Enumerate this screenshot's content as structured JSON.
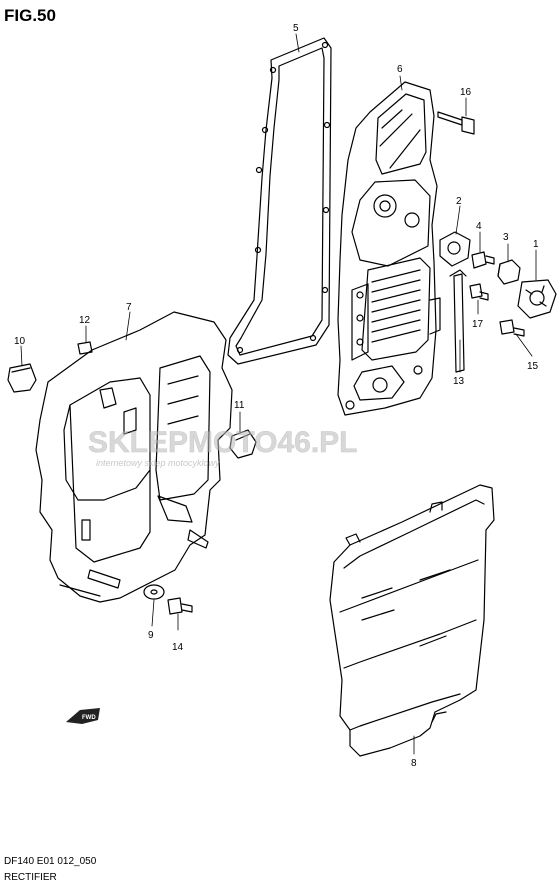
{
  "figure": {
    "title": "FIG.50"
  },
  "footer": {
    "code": "DF140 E01 012_050",
    "name": "RECTIFIER"
  },
  "watermark": {
    "brand": "SKLEPMOTO46.PL",
    "tagline": "internetowy sklep motocyklowy"
  },
  "direction_badge": "FWD",
  "callouts": [
    "1",
    "2",
    "3",
    "4",
    "5",
    "6",
    "7",
    "8",
    "9",
    "10",
    "11",
    "12",
    "13",
    "14",
    "15",
    "16",
    "17"
  ],
  "colors": {
    "ink": "#000000",
    "watermark": "#b9b9b9",
    "accent": "#c8102e",
    "badge": "#222222"
  }
}
